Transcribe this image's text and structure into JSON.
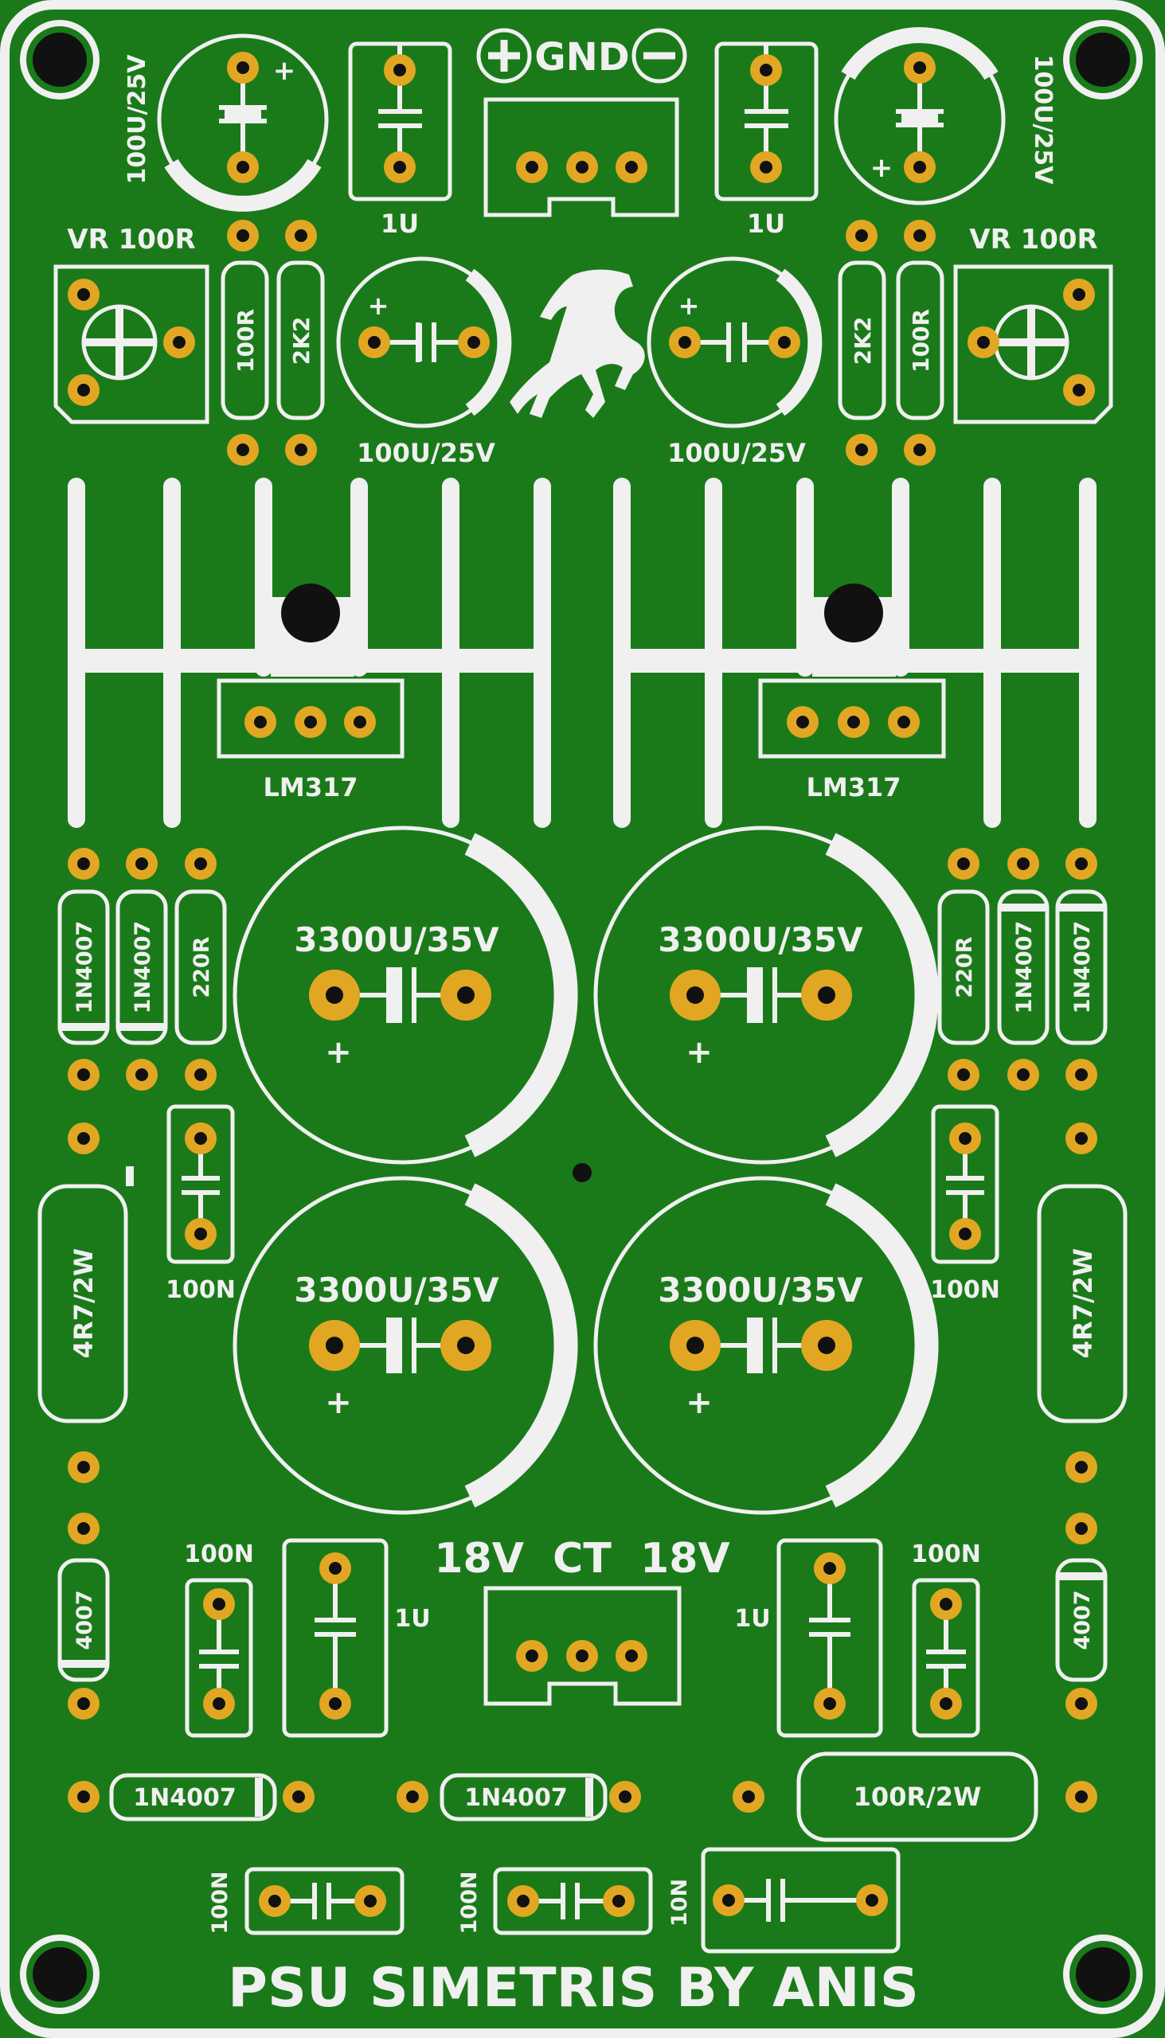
{
  "board": {
    "background": "#1a7a1a",
    "silk_color": "#f0f0f0",
    "pad_color": "#e2a722",
    "hole_color": "#111111",
    "title": "PSU SIMETRIS BY ANIS"
  },
  "labels": {
    "gnd": "GND",
    "plus": "+",
    "minus": "−",
    "cap_top_left": "100U/25V",
    "cap_top_right": "100U/25V",
    "cap_1u_left": "1U",
    "cap_1u_right": "1U",
    "vr_left": "VR 100R",
    "vr_right": "VR 100R",
    "r_100r_left": "100R",
    "r_2k2_left": "2K2",
    "r_2k2_right": "2K2",
    "r_100r_right": "100R",
    "cap_mid_left": "100U/25V",
    "cap_mid_right": "100U/25V",
    "reg_left": "LM317",
    "reg_right": "LM317",
    "d_left_1": "1N4007",
    "d_left_2": "1N4007",
    "r_220_left": "220R",
    "r_220_right": "220R",
    "d_right_1": "1N4007",
    "d_right_2": "1N4007",
    "big_cap_1": "3300U/35V",
    "big_cap_2": "3300U/35V",
    "big_cap_3": "3300U/35V",
    "big_cap_4": "3300U/35V",
    "c_100n_left": "100N",
    "c_100n_right": "100N",
    "r_4r7_left": "4R7/2W",
    "r_4r7_right": "4R7/2W",
    "d_4007_left": "4007",
    "d_4007_right": "4007",
    "c_100n_bl": "100N",
    "c_1u_bl": "1U",
    "transformer": "18V  CT  18V",
    "c_1u_br": "1U",
    "c_100n_br": "100N",
    "d_bottom_1": "1N4007",
    "d_bottom_2": "1N4007",
    "r_100r_2w": "100R/2W",
    "c_100n_b1": "100N",
    "c_100n_b2": "100N",
    "c_10n": "10N"
  }
}
